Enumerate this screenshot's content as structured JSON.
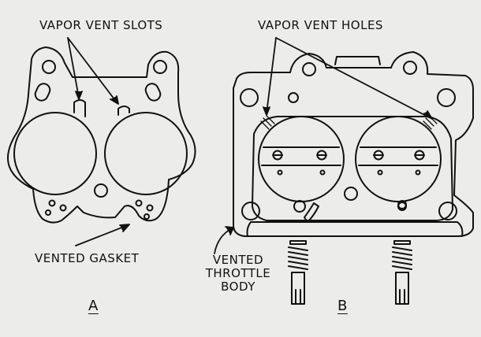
{
  "labels": {
    "vapor_vent_slots": "VAPOR VENT SLOTS",
    "vapor_vent_holes": "VAPOR VENT HOLES",
    "vented_gasket": "VENTED GASKET",
    "vented_throttle_body": [
      "VENTED",
      "THROTTLE",
      "BODY"
    ],
    "panel_a": "A",
    "panel_b": "B"
  },
  "colors": {
    "ink": "#111111",
    "paper": "#ecedea"
  }
}
